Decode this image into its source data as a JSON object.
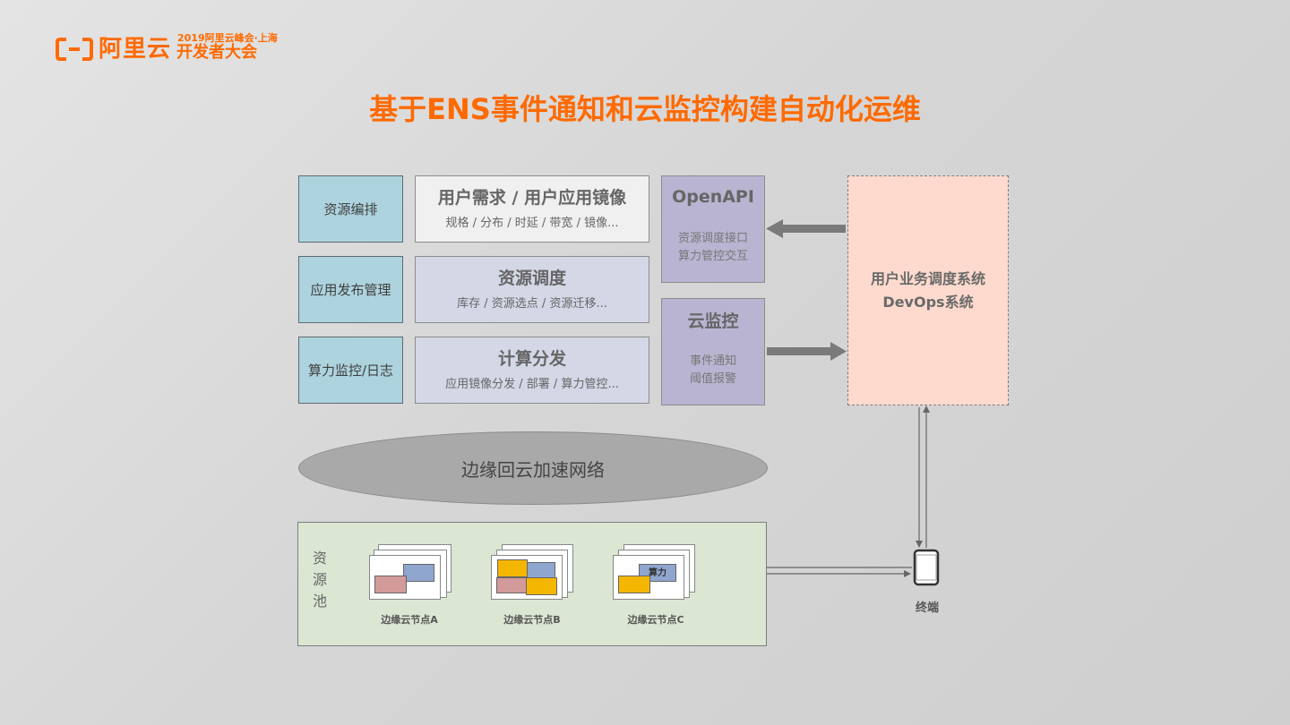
{
  "header": {
    "logo_text": "阿里云",
    "event_top": "2019阿里云峰会·上海",
    "event_main": "开发者大会"
  },
  "title": "基于ENS事件通知和云监控构建自动化运维",
  "left_column": [
    {
      "label": "资源编排"
    },
    {
      "label": "应用发布管理"
    },
    {
      "label": "算力监控/日志"
    }
  ],
  "middle_column": [
    {
      "title": "用户需求 / 用户应用镜像",
      "sub": "规格 / 分布 / 时延 / 带宽 / 镜像..."
    },
    {
      "title": "资源调度",
      "sub": "库存 / 资源选点 / 资源迁移..."
    },
    {
      "title": "计算分发",
      "sub": "应用镜像分发 / 部署 / 算力管控..."
    }
  ],
  "services": [
    {
      "title": "OpenAPI",
      "line1": "资源调度接口",
      "line2": "算力管控交互"
    },
    {
      "title": "云监控",
      "line1": "事件通知",
      "line2": "阈值报警"
    }
  ],
  "business_system": {
    "line1": "用户业务调度系统",
    "line2": "DevOps系统"
  },
  "network": "边缘回云加速网络",
  "resource_pool": {
    "label_chars": [
      "资",
      "源",
      "池"
    ],
    "nodes": [
      {
        "label": "边缘云节点A"
      },
      {
        "label": "边缘云节点B"
      },
      {
        "label": "边缘云节点C",
        "badge": "算力"
      }
    ]
  },
  "terminal": "终端",
  "colors": {
    "accent": "#ff6a00",
    "blue_box": "#add3de",
    "lavender_box": "#d3d7e6",
    "purple_box": "#b9b4d1",
    "pink_box": "#fddacd",
    "green_pool": "#dbe6d3",
    "node_red": "#d39a9a",
    "node_blue": "#8fa6cf",
    "node_yellow": "#f4b600"
  }
}
